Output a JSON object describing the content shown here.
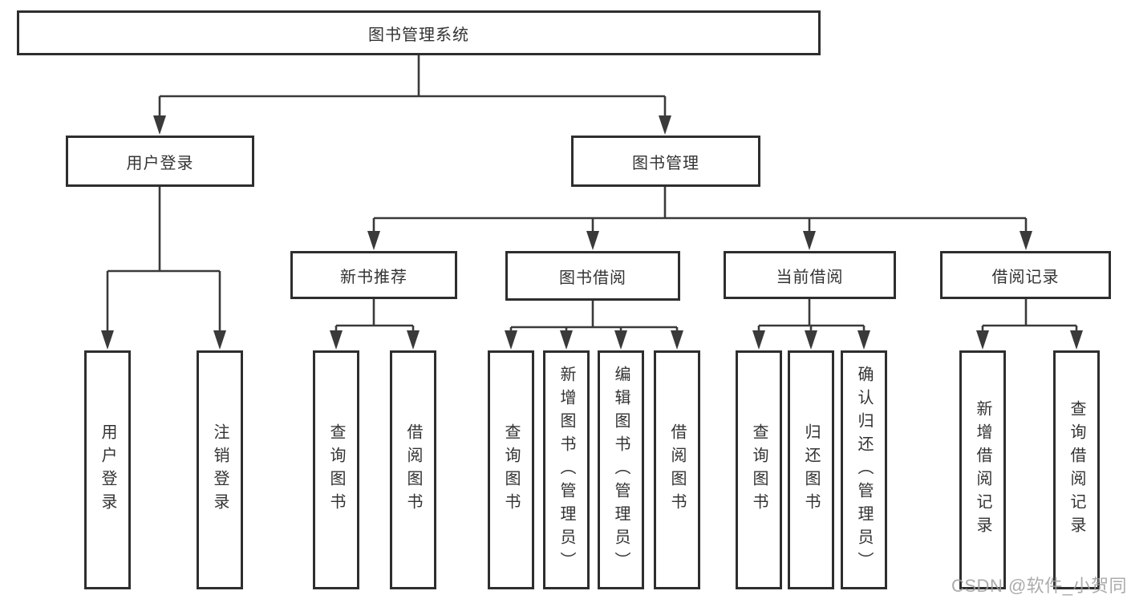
{
  "tree": {
    "label": "图书管理系统",
    "children": [
      {
        "label": "用户登录",
        "children": [
          {
            "label": "用户登录"
          },
          {
            "label": "注销登录"
          }
        ]
      },
      {
        "label": "图书管理",
        "children": [
          {
            "label": "新书推荐",
            "children": [
              {
                "label": "查询图书"
              },
              {
                "label": "借阅图书"
              }
            ]
          },
          {
            "label": "图书借阅",
            "children": [
              {
                "label": "查询图书"
              },
              {
                "label": "新增图书（管理员）"
              },
              {
                "label": "编辑图书（管理员）"
              },
              {
                "label": "借阅图书"
              }
            ]
          },
          {
            "label": "当前借阅",
            "children": [
              {
                "label": "查询图书"
              },
              {
                "label": "归还图书"
              },
              {
                "label": "确认归还（管理员）"
              }
            ]
          },
          {
            "label": "借阅记录",
            "children": [
              {
                "label": "新增借阅记录"
              },
              {
                "label": "查询借阅记录"
              }
            ]
          }
        ]
      }
    ]
  },
  "watermark": {
    "text": "CSDN @软件_小贺同学"
  },
  "colors": {
    "line": "#3a3a3a",
    "border": "#2e2e2e",
    "text": "#333333",
    "watermark": "#9d9d9d"
  }
}
